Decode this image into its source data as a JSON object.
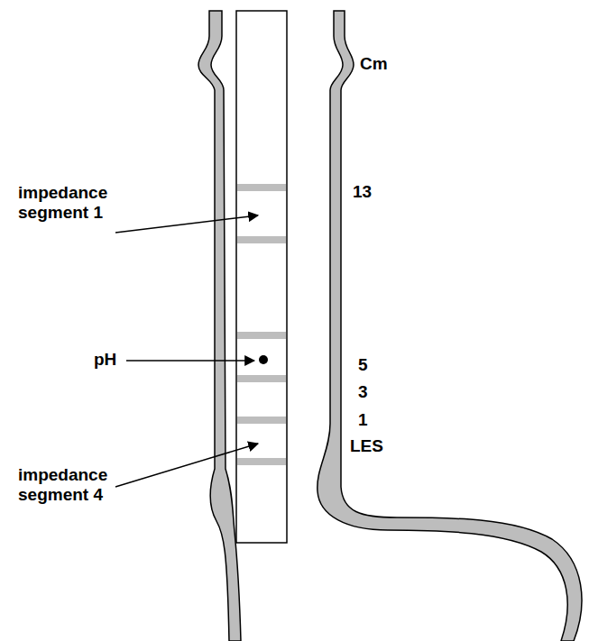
{
  "diagram": {
    "labels": [
      "impedance segment 1",
      "pH",
      "impedance segment 4",
      "Cm",
      "13",
      "5",
      "3",
      "1",
      "LES"
    ]
  }
}
